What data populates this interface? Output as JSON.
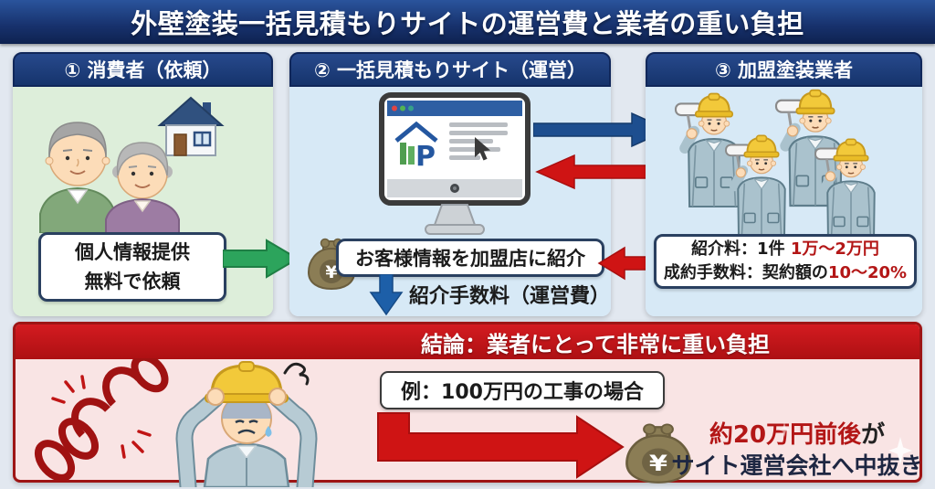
{
  "title": "外壁塗装一括見積もりサイトの運営費と業者の重い負担",
  "panels": {
    "consumer": {
      "header": "① 消費者（依頼）",
      "info_line1": "個人情報提供",
      "info_line2": "無料で依頼"
    },
    "site": {
      "header": "② 一括見積もりサイト（運営）",
      "referral_box": "お客様情報を加盟店に紹介",
      "fee_label": "紹介手数料（運営費）",
      "moneybag_symbol": "¥",
      "logo_letter": "P"
    },
    "contractors": {
      "header": "③ 加盟塗装業者",
      "fee1_label": "紹介料：1件 ",
      "fee1_value": "1万〜2万円",
      "fee2_label": "成約手数料：契約額の",
      "fee2_value": "10〜20%"
    }
  },
  "conclusion": {
    "header": "結論：業者にとって非常に重い負担",
    "example": "例：100万円の工事の場合",
    "result_highlight": "約20万円前後",
    "result_suffix": "が",
    "result_line2": "サイト運営会社へ中抜き",
    "moneybag_symbol": "¥"
  },
  "colors": {
    "title_bar": "#17316c",
    "panel_header": "#1b3a74",
    "consumer_bg": "#ddeeda",
    "site_bg": "#d7e9f6",
    "conclusion_bg": "#f9e4e4",
    "conclusion_header": "#c3161a",
    "accent_red_text": "#b31616",
    "arrow_green": "#2ca45c",
    "arrow_blue": "#1d4e8f",
    "arrow_red": "#cf1414",
    "box_border": "#2a4060"
  }
}
